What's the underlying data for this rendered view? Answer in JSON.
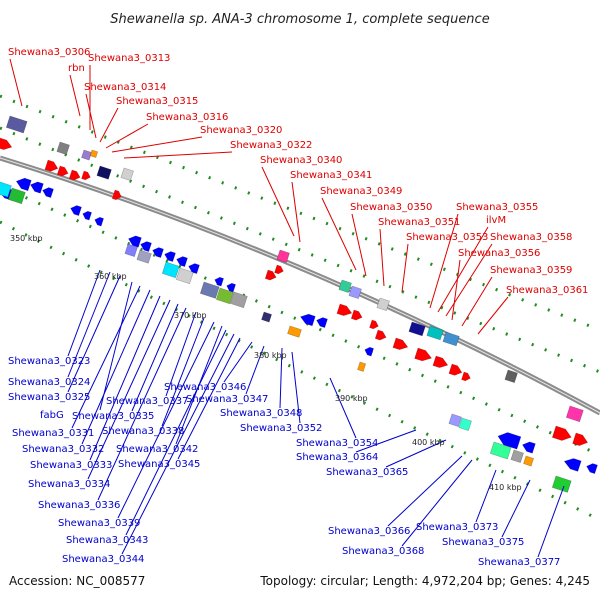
{
  "title": "Shewanella sp. ANA-3 chromosome 1, complete sequence",
  "accession": "Accession: NC_008577",
  "topology": "Topology: circular; Length: 4,972,204 bp; Genes: 4,245",
  "colors": {
    "forward_label": "#dd0000",
    "reverse_label": "#0000cc",
    "backbone": "#8c8c8c",
    "forward_gene": "#ff0000",
    "reverse_gene": "#0000ff",
    "tick": "#228b22"
  },
  "kbp_markers": [
    "350 kbp",
    "360 kbp",
    "370 kbp",
    "380 kbp",
    "390 kbp",
    "400 kbp",
    "410 kbp"
  ],
  "forward_genes": [
    "Shewana3_0306",
    "rbn",
    "Shewana3_0313",
    "Shewana3_0314",
    "Shewana3_0315",
    "Shewana3_0316",
    "Shewana3_0320",
    "Shewana3_0322",
    "Shewana3_0340",
    "Shewana3_0341",
    "Shewana3_0349",
    "Shewana3_0350",
    "Shewana3_0351",
    "Shewana3_0353",
    "Shewana3_0355",
    "ilvM",
    "Shewana3_0358",
    "Shewana3_0356",
    "Shewana3_0359",
    "Shewana3_0361"
  ],
  "reverse_genes": [
    "Shewana3_0323",
    "Shewana3_0324",
    "Shewana3_0325",
    "fabG",
    "Shewana3_0331",
    "Shewana3_0332",
    "Shewana3_0333",
    "Shewana3_0334",
    "Shewana3_0335",
    "Shewana3_0336",
    "Shewana3_0337",
    "Shewana3_0338",
    "Shewana3_0339",
    "Shewana3_0342",
    "Shewana3_0343",
    "Shewana3_0344",
    "Shewana3_0345",
    "Shewana3_0346",
    "Shewana3_0347",
    "Shewana3_0348",
    "Shewana3_0352",
    "Shewana3_0354",
    "Shewana3_0364",
    "Shewana3_0365",
    "Shewana3_0366",
    "Shewana3_0368",
    "Shewana3_0373",
    "Shewana3_0375",
    "Shewana3_0377"
  ]
}
